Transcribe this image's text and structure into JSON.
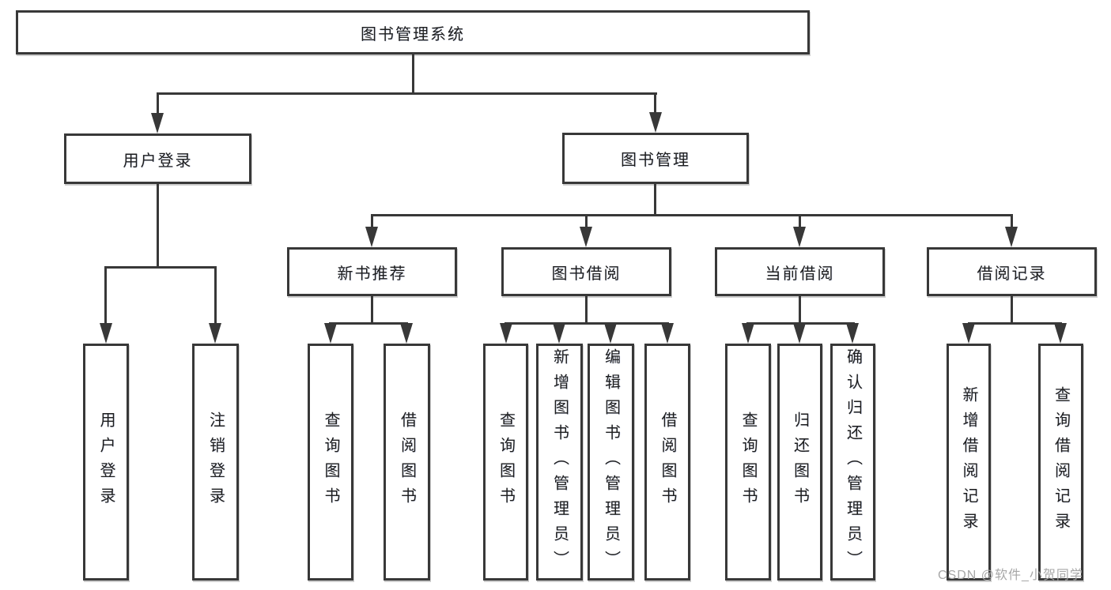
{
  "colors": {
    "line": "#383838",
    "text": "#1e1e1e",
    "watermark_text": "#a7a7a7",
    "background": "#ffffff"
  },
  "watermark": "CSDN @软件_小贺同学",
  "tree": {
    "root": {
      "label": "图书管理系统"
    },
    "children": [
      {
        "label": "用户登录",
        "children": [
          {
            "label": "用户登录"
          },
          {
            "label": "注销登录"
          }
        ]
      },
      {
        "label": "图书管理",
        "children": [
          {
            "label": "新书推荐",
            "children": [
              {
                "label": "查询图书"
              },
              {
                "label": "借阅图书"
              }
            ]
          },
          {
            "label": "图书借阅",
            "children": [
              {
                "label": "查询图书"
              },
              {
                "label": "新增图书（管理员）"
              },
              {
                "label": "编辑图书（管理员）"
              },
              {
                "label": "借阅图书"
              }
            ]
          },
          {
            "label": "当前借阅",
            "children": [
              {
                "label": "查询图书"
              },
              {
                "label": "归还图书"
              },
              {
                "label": "确认归还（管理员）"
              }
            ]
          },
          {
            "label": "借阅记录",
            "children": [
              {
                "label": "新增借阅记录"
              },
              {
                "label": "查询借阅记录"
              }
            ]
          }
        ]
      }
    ]
  }
}
